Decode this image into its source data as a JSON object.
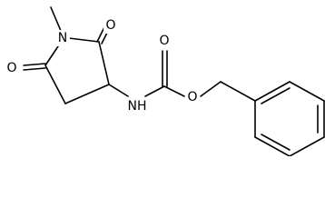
{
  "molecule": {
    "atoms": {
      "n1": "N",
      "o_ring_top": "O",
      "o_ring_left": "O",
      "n_amide": "NH",
      "o_carbonyl": "O",
      "o_ester": "O"
    }
  }
}
